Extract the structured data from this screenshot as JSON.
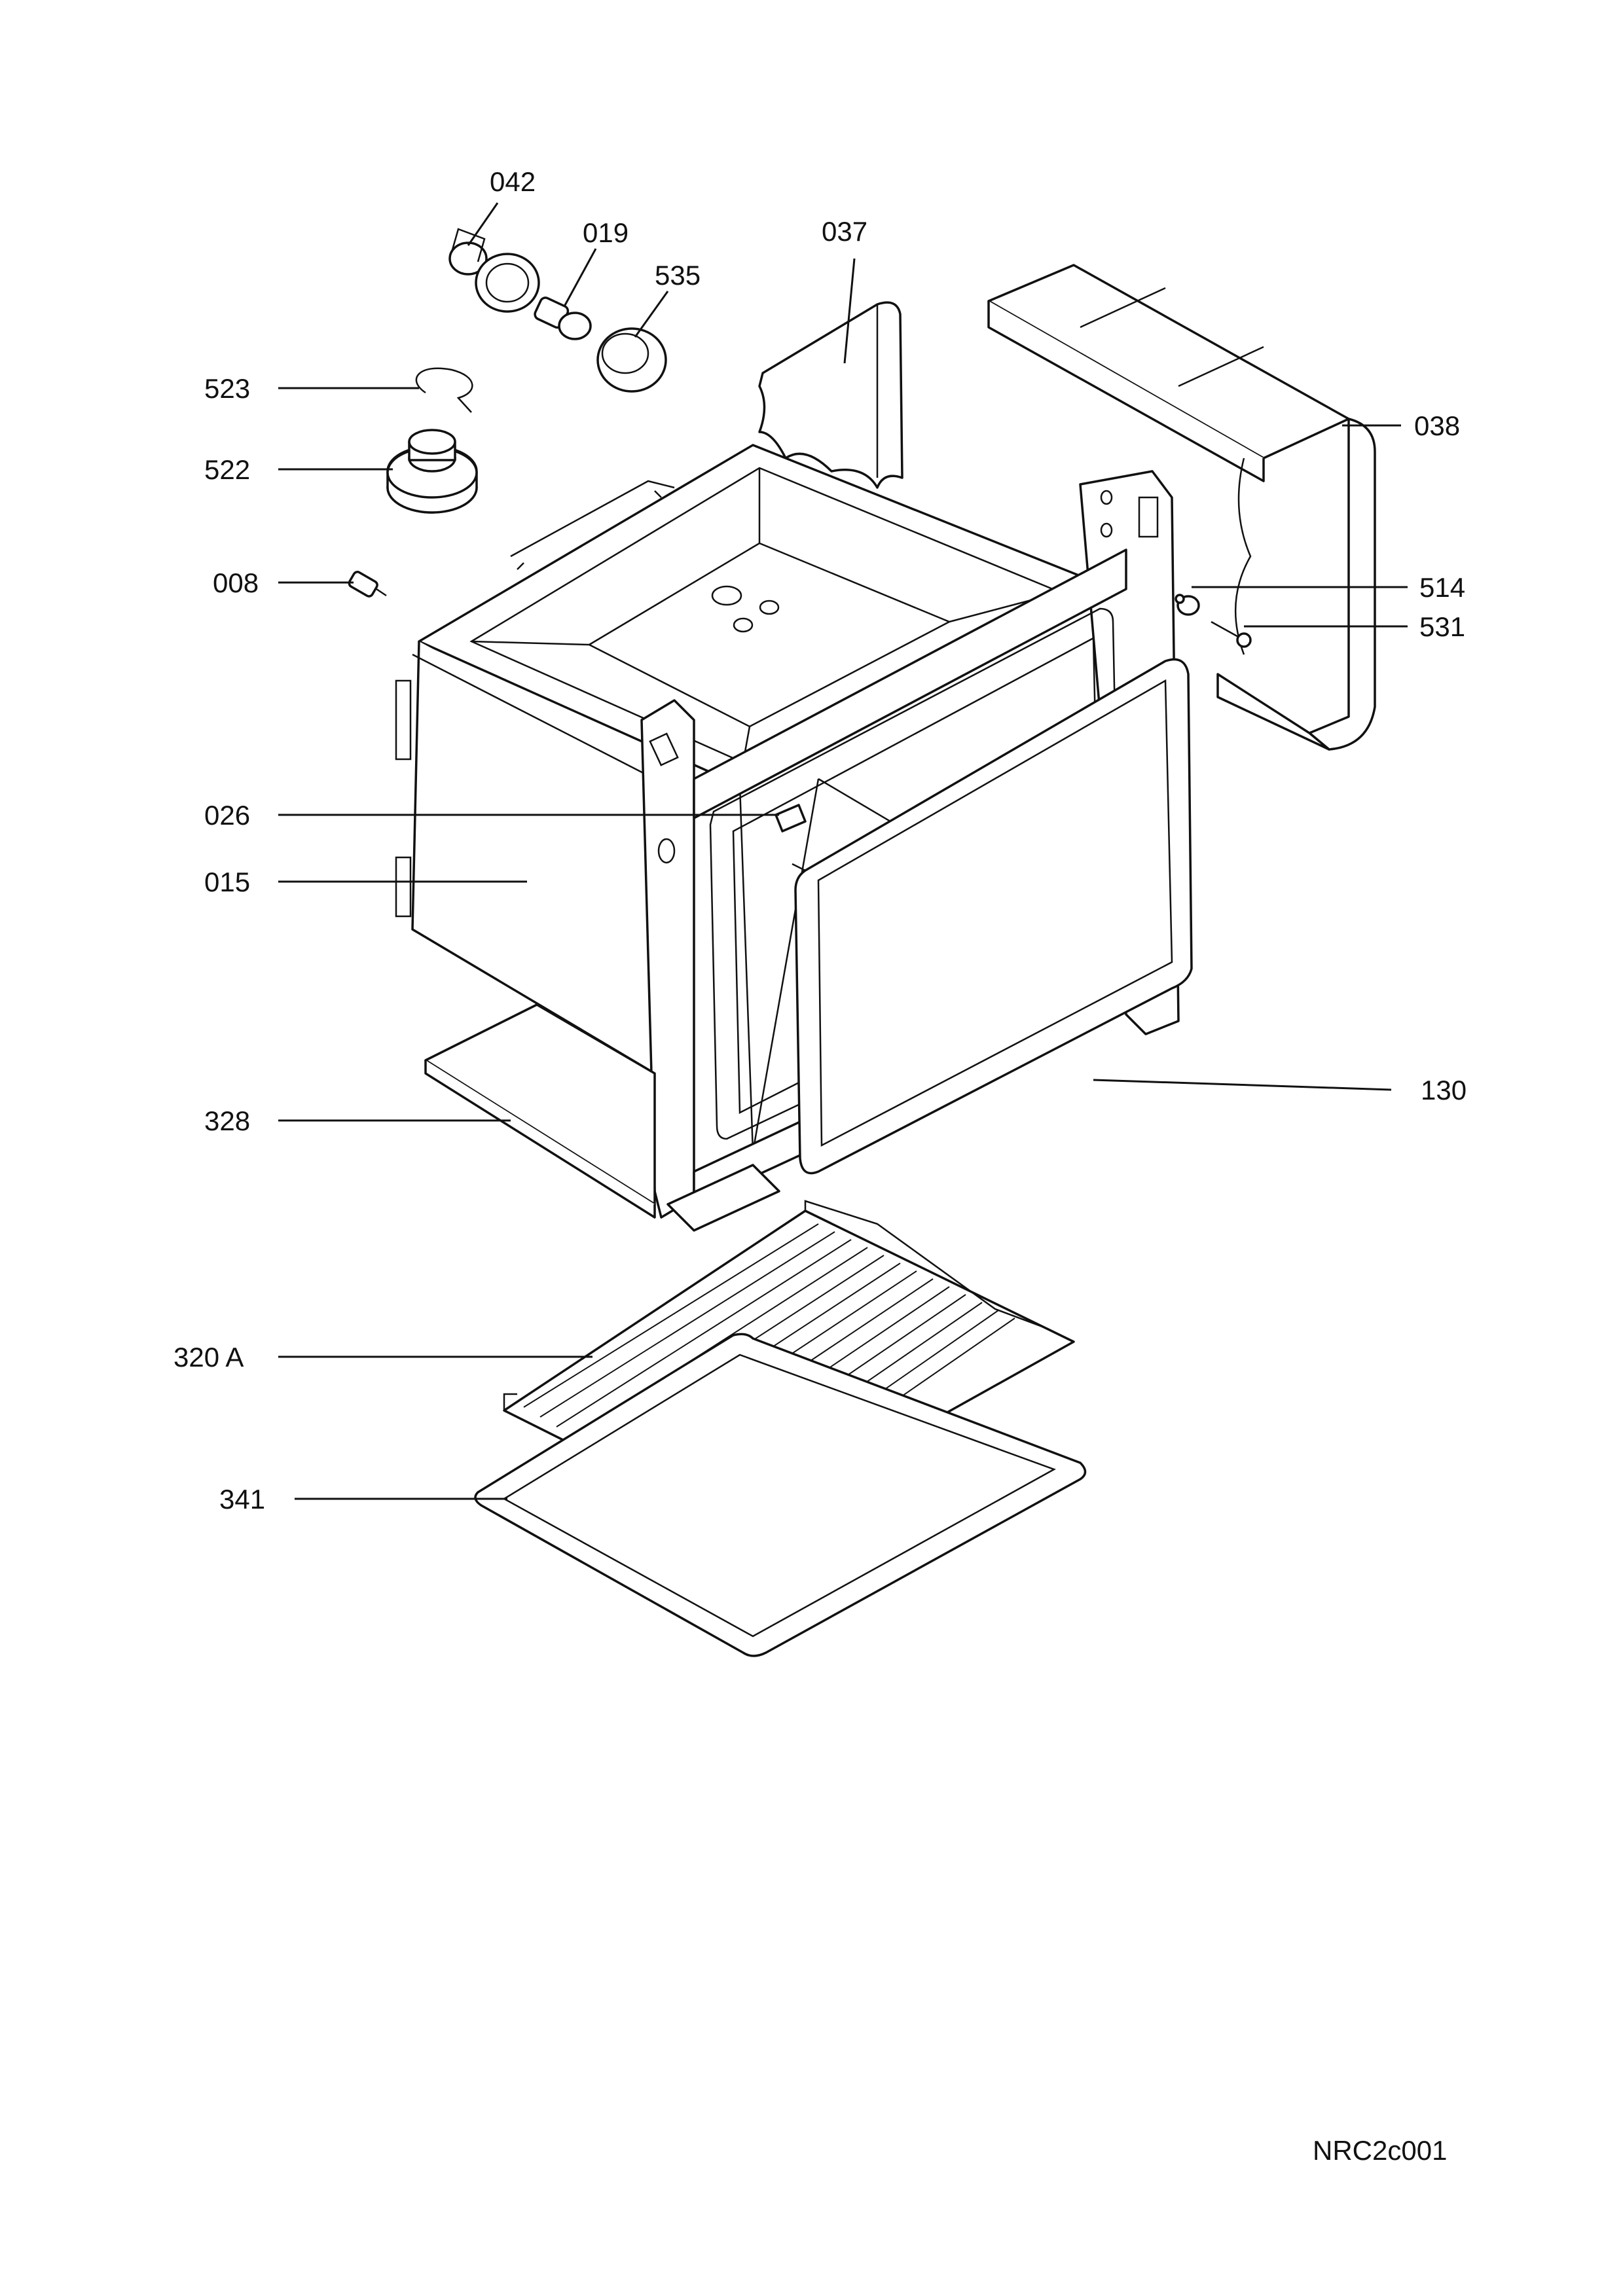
{
  "labels": {
    "p042": "042",
    "p019": "019",
    "p037": "037",
    "p535": "535",
    "p523": "523",
    "p038": "038",
    "p522": "522",
    "p008": "008",
    "p514": "514",
    "p531": "531",
    "p026": "026",
    "p015": "015",
    "p130": "130",
    "p328": "328",
    "p320A": "320 A",
    "p341": "341"
  },
  "drawing_code": "NRC2c001"
}
